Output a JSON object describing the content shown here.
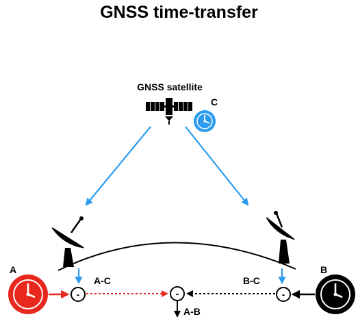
{
  "title": "GNSS time-transfer",
  "satellite": {
    "label": "GNSS satellite",
    "clock_label": "C",
    "icon": "satellite-icon"
  },
  "station_a": {
    "label": "A",
    "difference_label": "A-C",
    "clock_color": "#e8271d",
    "icon": "clock-icon"
  },
  "station_b": {
    "label": "B",
    "difference_label": "B-C",
    "clock_color": "#000000",
    "icon": "clock-icon"
  },
  "result": {
    "label": "A-B"
  },
  "operator_symbol": "-",
  "colors": {
    "signal": "#2b9bef",
    "station_a": "#e8271d",
    "station_b": "#000000",
    "earth": "#000000"
  }
}
